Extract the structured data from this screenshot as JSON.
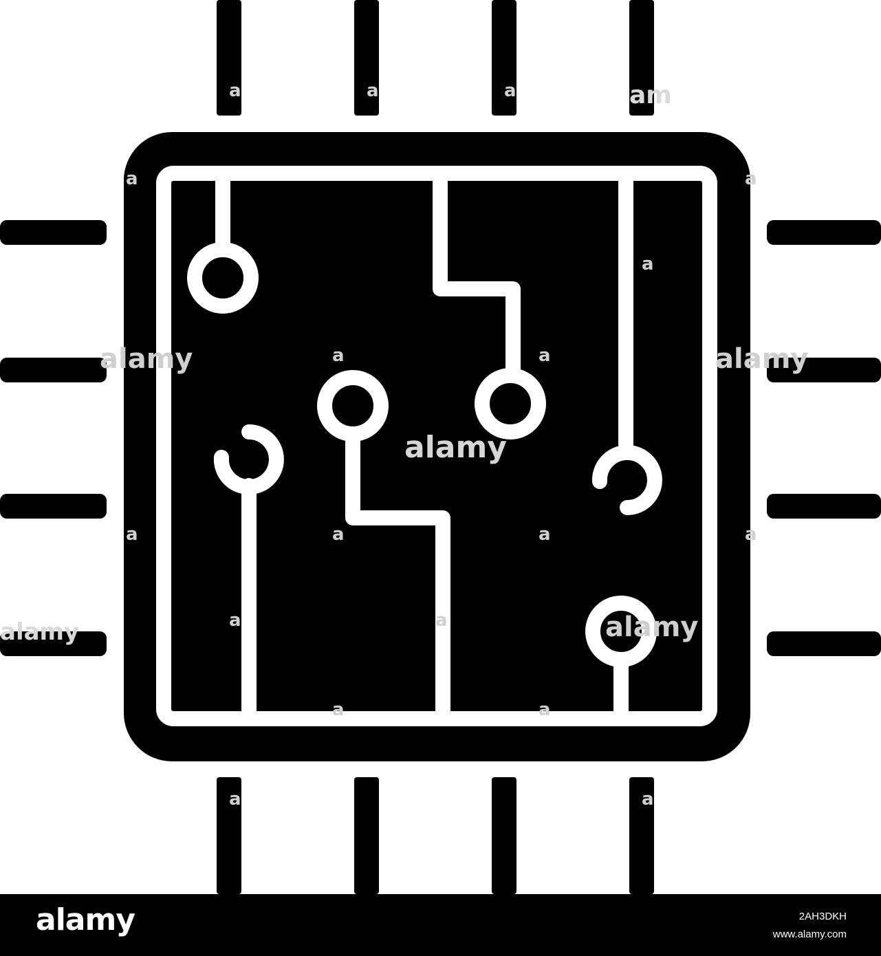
{
  "image": {
    "icon": "microchip-icon",
    "colors": {
      "glyph": "#000000",
      "background": "#ffffff",
      "trace": "#ffffff",
      "watermark": "#cfcfcf"
    },
    "watermark": {
      "logo_text": "alamy",
      "small_mark": "a"
    }
  },
  "footer": {
    "logo": "alamy",
    "image_id": "2AH3DKH",
    "site": "www.alamy.com"
  }
}
